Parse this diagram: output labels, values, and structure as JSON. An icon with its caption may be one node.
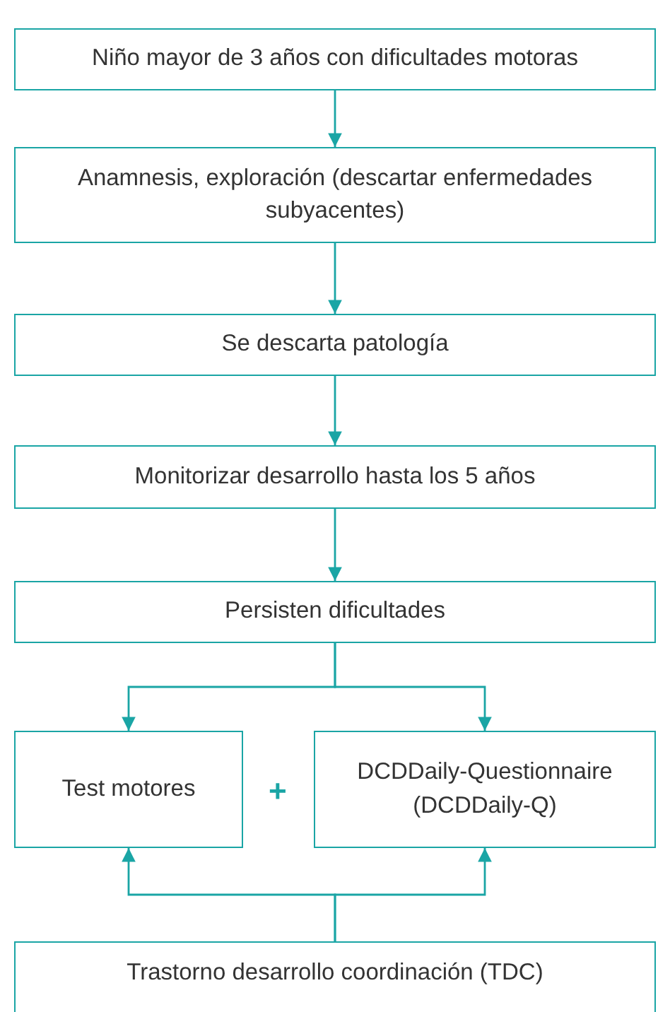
{
  "diagram": {
    "nodes": [
      {
        "text": [
          "Niño mayor de 3 años con dificultades motoras"
        ]
      },
      {
        "text": [
          "Anamnesis, exploración (descartar enfermedades subyacentes)"
        ]
      },
      {
        "text": [
          "Se descarta patología"
        ]
      },
      {
        "text": [
          "Monitorizar desarrollo hasta los 5 años"
        ]
      },
      {
        "text": [
          "Persisten dificultades"
        ]
      },
      {
        "text": [
          "Test motores"
        ]
      },
      {
        "text": [
          "DCDDaily-Questionnaire (DCDDaily-Q)"
        ]
      },
      {
        "text": [
          "Trastorno desarrollo coordinación (TDC)"
        ]
      }
    ],
    "edges": [
      {
        "from": 0,
        "to": 1,
        "arrow": "to"
      },
      {
        "from": 1,
        "to": 2,
        "arrow": "to"
      },
      {
        "from": 2,
        "to": 3,
        "arrow": "to"
      },
      {
        "from": 3,
        "to": 4,
        "arrow": "to"
      },
      {
        "from": 4,
        "to": 5,
        "arrow": "to"
      },
      {
        "from": 4,
        "to": 6,
        "arrow": "to"
      },
      {
        "from": 7,
        "to": 5,
        "arrow": "to"
      },
      {
        "from": 7,
        "to": 6,
        "arrow": "to"
      }
    ],
    "labels": [
      "+"
    ]
  }
}
